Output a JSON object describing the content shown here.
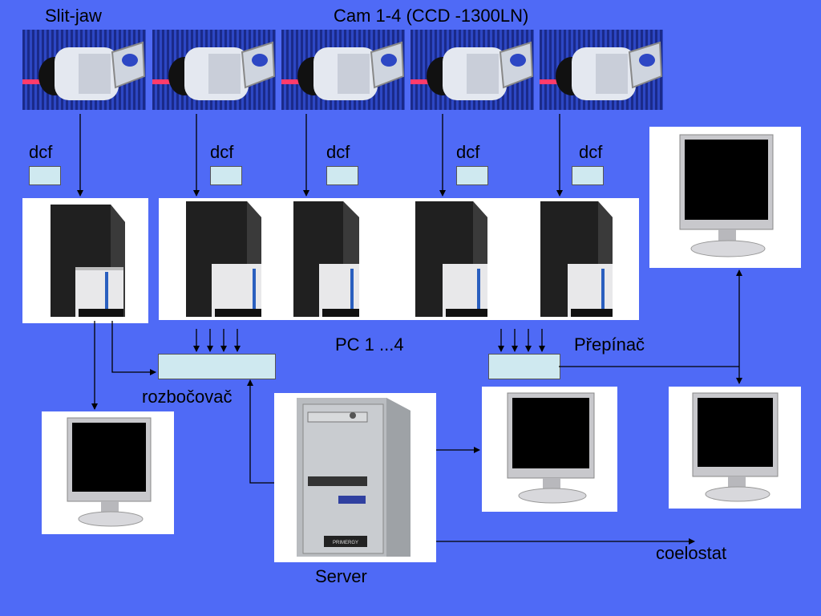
{
  "labels": {
    "slit_jaw": "Slit-jaw",
    "cams": "Cam 1-4 (CCD -1300LN)",
    "dcf": "dcf",
    "pc": "PC 1 ...4",
    "hub": "rozbočovač",
    "switch": "Přepínač",
    "server": "Server",
    "coelostat": "coelostat"
  },
  "server_brand": "PRIMERGY"
}
